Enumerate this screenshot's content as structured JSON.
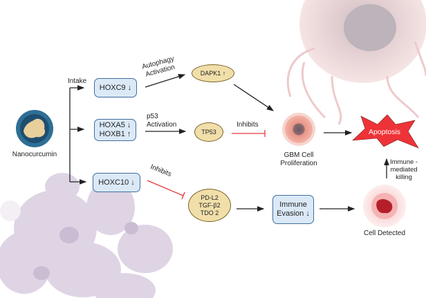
{
  "source": {
    "label": "Nanocurcumin",
    "intake_label": "Intake"
  },
  "genes": [
    {
      "label": "HOXC9 ↓"
    },
    {
      "line1": "HOXA5 ↓",
      "line2": "HOXB1 ↑"
    },
    {
      "label": "HOXC10 ↓"
    }
  ],
  "edges": {
    "autophagy": {
      "line1": "Autophagy",
      "line2": "Activation"
    },
    "p53": {
      "line1": "p53",
      "line2": "Activation"
    },
    "inhibits_tp53": "Inhibits",
    "inhibits_hoxc10": "Inhibits",
    "immune_killing": {
      "line1": "Immune -",
      "line2": "mediated",
      "line3": "killing"
    }
  },
  "targets": {
    "dapk1": "DAPK1 ↑",
    "tp53": "TP53",
    "immune_checkpoints": {
      "line1": "PD-L2",
      "line2": "TGF-β2",
      "line3": "TDO 2"
    }
  },
  "outcomes": {
    "gbm": {
      "line1": "GBM Cell",
      "line2": "Proliferation"
    },
    "apoptosis": "Apoptosis",
    "immune_evasion": {
      "line1": "Immune",
      "line2": "Evasion ↓"
    },
    "cell_detected": "Cell Detected"
  },
  "colors": {
    "box_fill": "#dbe9f7",
    "box_border": "#3f6d9c",
    "ellipse_fill": "#f1dfaa",
    "inhibit": "#e8353a",
    "apoptosis": "#ee3338"
  }
}
